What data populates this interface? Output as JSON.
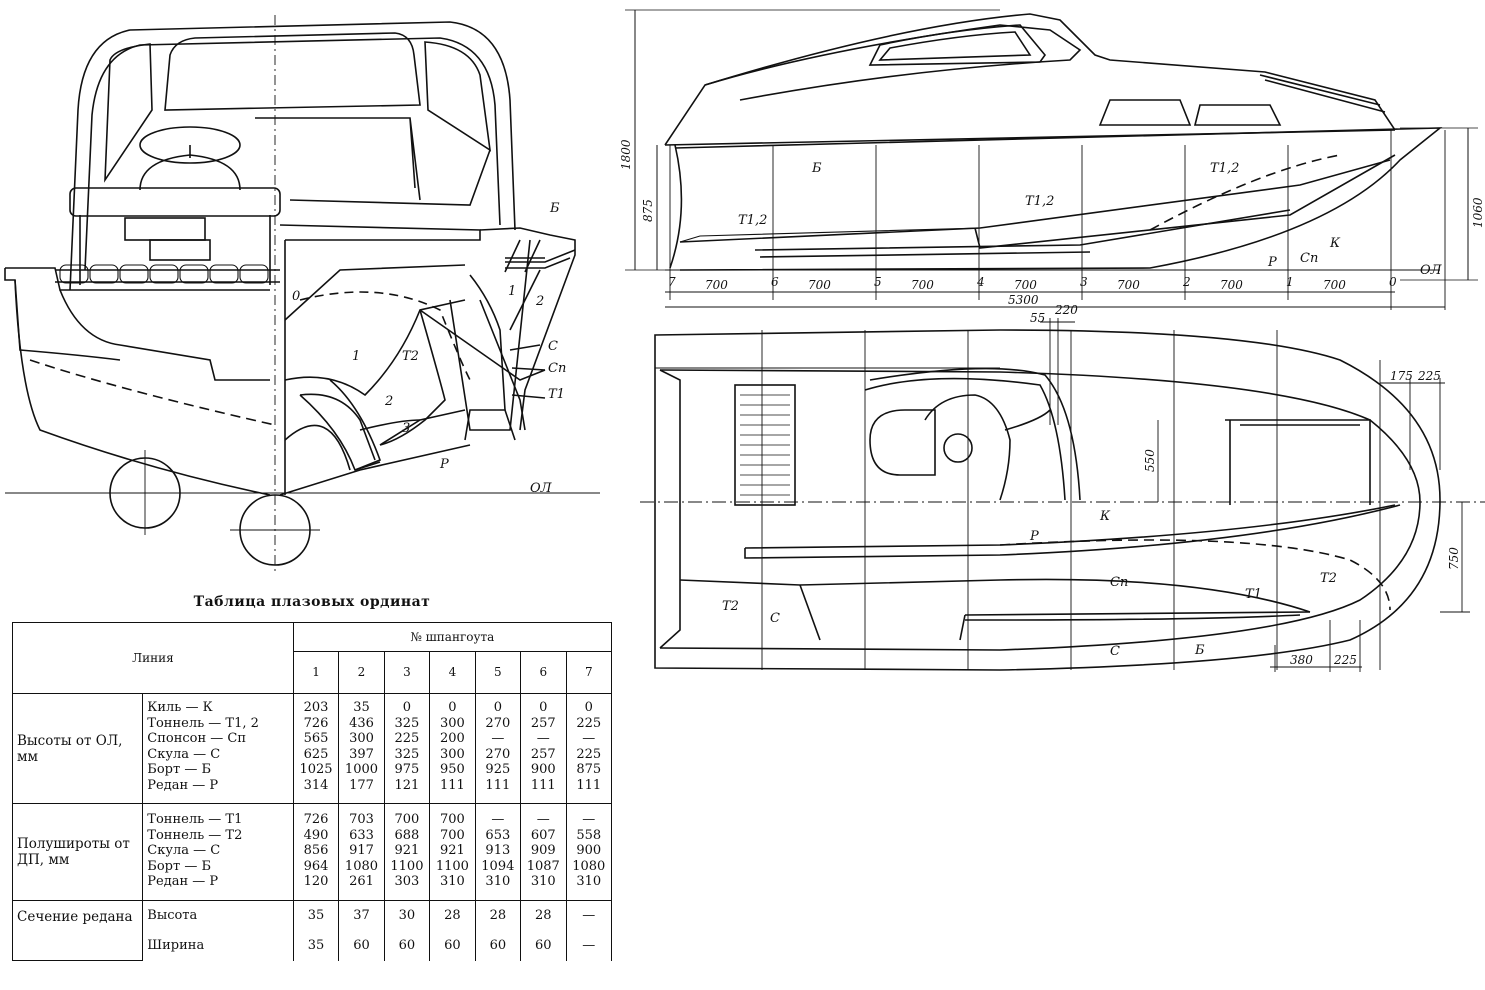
{
  "labels": {
    "ol": "ОЛ",
    "b": "Б",
    "c": "С",
    "cn": "Сп",
    "t1": "Т1",
    "t2": "Т2",
    "t12": "Т1,2",
    "p": "Р",
    "k": "К",
    "n0": "0",
    "n1": "1",
    "n2": "2",
    "n3": "3"
  },
  "profile": {
    "dims": {
      "h1800": "1800",
      "h875": "875",
      "h1060": "1060",
      "spacing": [
        "700",
        "700",
        "700",
        "700",
        "700",
        "700",
        "700"
      ],
      "total": "5300",
      "stations": [
        "7",
        "6",
        "5",
        "4",
        "3",
        "2",
        "1",
        "0"
      ]
    }
  },
  "plan": {
    "dims": {
      "d55": "55",
      "d220": "220",
      "d175": "175",
      "d225a": "225",
      "d550": "550",
      "d750": "750",
      "d380": "380",
      "d225b": "225"
    }
  },
  "table": {
    "title": "Таблица плазовых ординат",
    "header_line": "Линия",
    "header_frame": "№ шпангоута",
    "frames": [
      "1",
      "2",
      "3",
      "4",
      "5",
      "6",
      "7"
    ],
    "groups": [
      {
        "name": "Высоты от ОЛ, мм",
        "rows": [
          {
            "label": "Киль — К",
            "values": [
              "203",
              "35",
              "0",
              "0",
              "0",
              "0",
              "0"
            ]
          },
          {
            "label": "Тоннель — Т1, 2",
            "values": [
              "726",
              "436",
              "325",
              "300",
              "270",
              "257",
              "225"
            ]
          },
          {
            "label": "Спонсон — Сп",
            "values": [
              "565",
              "300",
              "225",
              "200",
              "—",
              "—",
              "—"
            ]
          },
          {
            "label": "Скула — С",
            "values": [
              "625",
              "397",
              "325",
              "300",
              "270",
              "257",
              "225"
            ]
          },
          {
            "label": "Борт — Б",
            "values": [
              "1025",
              "1000",
              "975",
              "950",
              "925",
              "900",
              "875"
            ]
          },
          {
            "label": "Редан — Р",
            "values": [
              "314",
              "177",
              "121",
              "111",
              "111",
              "111",
              "111"
            ]
          }
        ]
      },
      {
        "name": "Полуширoты от ДП, мм",
        "rows": [
          {
            "label": "Тоннель — Т1",
            "values": [
              "726",
              "703",
              "700",
              "700",
              "—",
              "—",
              "—"
            ]
          },
          {
            "label": "Тоннель — Т2",
            "values": [
              "490",
              "633",
              "688",
              "700",
              "653",
              "607",
              "558"
            ]
          },
          {
            "label": "Скула — С",
            "values": [
              "856",
              "917",
              "921",
              "921",
              "913",
              "909",
              "900"
            ]
          },
          {
            "label": "Борт — Б",
            "values": [
              "964",
              "1080",
              "1100",
              "1100",
              "1094",
              "1087",
              "1080"
            ]
          },
          {
            "label": "Редан — Р",
            "values": [
              "120",
              "261",
              "303",
              "310",
              "310",
              "310",
              "310"
            ]
          }
        ]
      },
      {
        "name": "Сечение редана",
        "rows": [
          {
            "label": "Высота",
            "values": [
              "35",
              "37",
              "30",
              "28",
              "28",
              "28",
              "—"
            ]
          },
          {
            "label": "Ширина",
            "values": [
              "35",
              "60",
              "60",
              "60",
              "60",
              "60",
              "—"
            ]
          }
        ]
      }
    ]
  }
}
